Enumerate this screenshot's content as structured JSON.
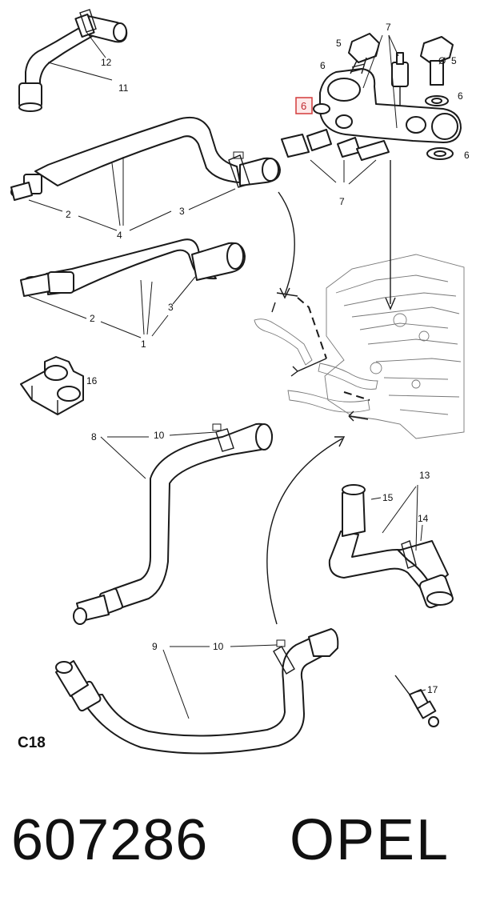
{
  "diagram": {
    "model_code": "C18",
    "highlighted_callout": "6",
    "highlight_color": "#d33b3b",
    "callouts": {
      "c1": "1",
      "c2a": "2",
      "c2b": "2",
      "c3a": "3",
      "c3b": "3",
      "c4": "4",
      "c5a": "5",
      "c5b": "5",
      "c6a": "6",
      "c6b": "6",
      "c6c": "6",
      "c7a": "7",
      "c7b": "7",
      "c8": "8",
      "c9": "9",
      "c10a": "10",
      "c10b": "10",
      "c11": "11",
      "c12": "12",
      "c13": "13",
      "c14": "14",
      "c15": "15",
      "c16": "16",
      "c17": "17",
      "c5_prefix": "Ø"
    }
  },
  "footer": {
    "part_number": "607286",
    "brand": "OPEL"
  }
}
